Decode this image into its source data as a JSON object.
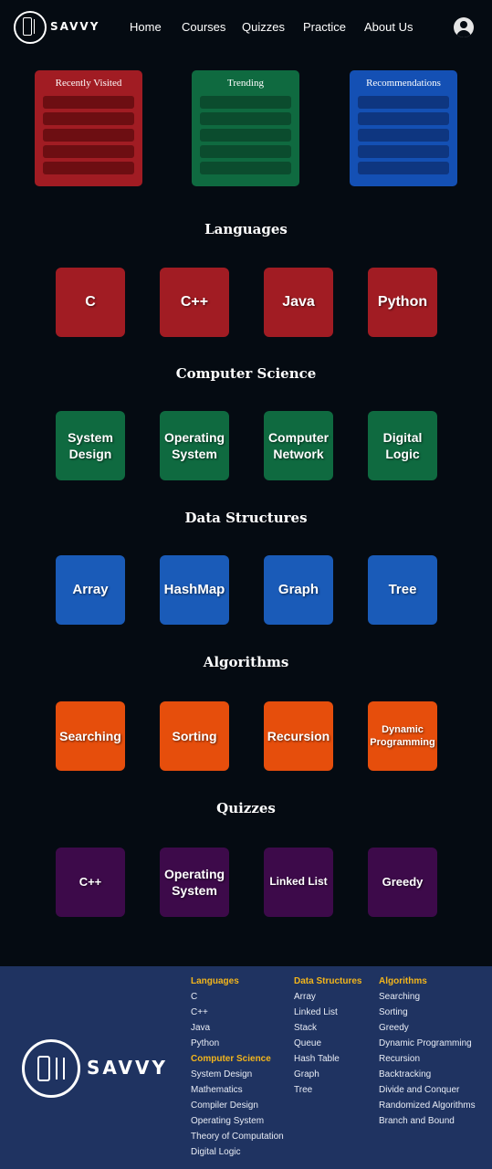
{
  "nav": {
    "brand": "SAVVY",
    "items": [
      "Home",
      "Courses",
      "Quizzes",
      "Practice",
      "About Us"
    ]
  },
  "cards": [
    {
      "title": "Recently Visited",
      "color": "#a11c23"
    },
    {
      "title": "Trending",
      "color": "#0f6a40"
    },
    {
      "title": "Recommendations",
      "color": "#1450b4"
    }
  ],
  "sections": {
    "languages": {
      "title": "Languages",
      "items": [
        "C",
        "C++",
        "Java",
        "Python"
      ],
      "color": "#a11c23"
    },
    "cs": {
      "title": "Computer Science",
      "items": [
        "System Design",
        "Operating System",
        "Computer Network",
        "Digital Logic"
      ],
      "color": "#0f6a40"
    },
    "ds": {
      "title": "Data Structures",
      "items": [
        "Array",
        "HashMap",
        "Graph",
        "Tree"
      ],
      "color": "#1a5bb8"
    },
    "algo": {
      "title": "Algorithms",
      "items": [
        "Searching",
        "Sorting",
        "Recursion",
        "Dynamic Programming"
      ],
      "color": "#e64e0c"
    },
    "quizzes": {
      "title": "Quizzes",
      "items": [
        "C++",
        "Operating System",
        "Linked List",
        "Greedy"
      ],
      "color": "#3d0a4a"
    }
  },
  "footer": {
    "brand": "SAVVY",
    "languages": {
      "title": "Languages",
      "items": [
        "C",
        "C++",
        "Java",
        "Python"
      ]
    },
    "computer_science": {
      "title": "Computer Science",
      "items": [
        "System Design",
        "Mathematics",
        "Compiler Design",
        "Operating System",
        "Theory of Computation",
        "Digital Logic"
      ]
    },
    "data_structures": {
      "title": "Data Structures",
      "items": [
        "Array",
        "Linked List",
        "Stack",
        "Queue",
        "Hash Table",
        "Graph",
        "Tree"
      ]
    },
    "algorithms": {
      "title": "Algorithms",
      "items": [
        "Searching",
        "Sorting",
        "Greedy",
        "Dynamic Programming",
        "Recursion",
        "Backtracking",
        "Divide and Conquer",
        "Randomized Algorithms",
        "Branch and Bound"
      ]
    },
    "heading_color": "#f2b51c",
    "background": "#1f3361"
  }
}
